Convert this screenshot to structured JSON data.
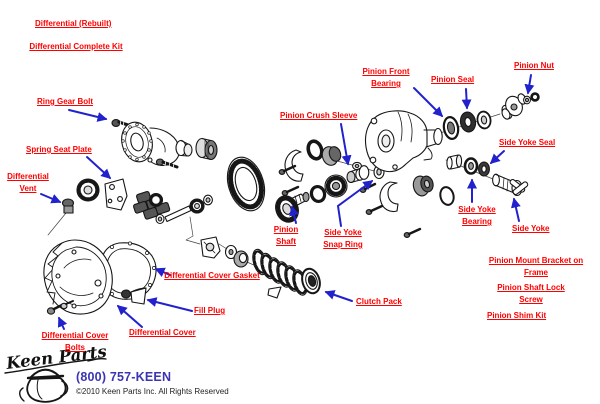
{
  "colors": {
    "label_red": "#FF0000",
    "arrow_blue": "#2222CC",
    "phone_blue": "#3B35B2",
    "line_art": "#161616"
  },
  "labels": {
    "differential_rebuilt": "Differential (Rebuilt)",
    "differential_complete_kit": "Differential Complete Kit",
    "ring_gear_bolt": "Ring Gear Bolt",
    "spring_seat_plate": "Spring Seat Plate",
    "differential_vent": "Differential Vent",
    "pinion_crush_sleeve": "Pinion Crush Sleeve",
    "pinion_front_bearing": "Pinion Front Bearing",
    "pinion_seal": "Pinion Seal",
    "pinion_nut": "Pinion Nut",
    "side_yoke_seal": "Side Yoke Seal",
    "side_yoke_bearing": "Side Yoke Bearing",
    "side_yoke": "Side Yoke",
    "side_yoke_snap_ring": "Side Yoke Snap Ring",
    "pinion_shaft": "Pinion Shaft",
    "differential_cover_gasket": "Differential Cover Gasket",
    "fill_plug": "Fill Plug",
    "differential_cover": "Differential Cover",
    "differential_cover_bolts": "Differential Cover Bolts",
    "clutch_pack": "Clutch Pack",
    "pinion_mount_bracket_on_frame": "Pinion Mount Bracket on Frame",
    "pinion_shaft_lock_screw": "Pinion Shaft Lock Screw",
    "pinion_shim_kit": "Pinion Shim Kit"
  },
  "footer": {
    "logo_text": "Keen Parts",
    "phone": "(800) 757-KEEN",
    "copyright": "©2010 Keen Parts Inc. All Rights Reserved"
  }
}
